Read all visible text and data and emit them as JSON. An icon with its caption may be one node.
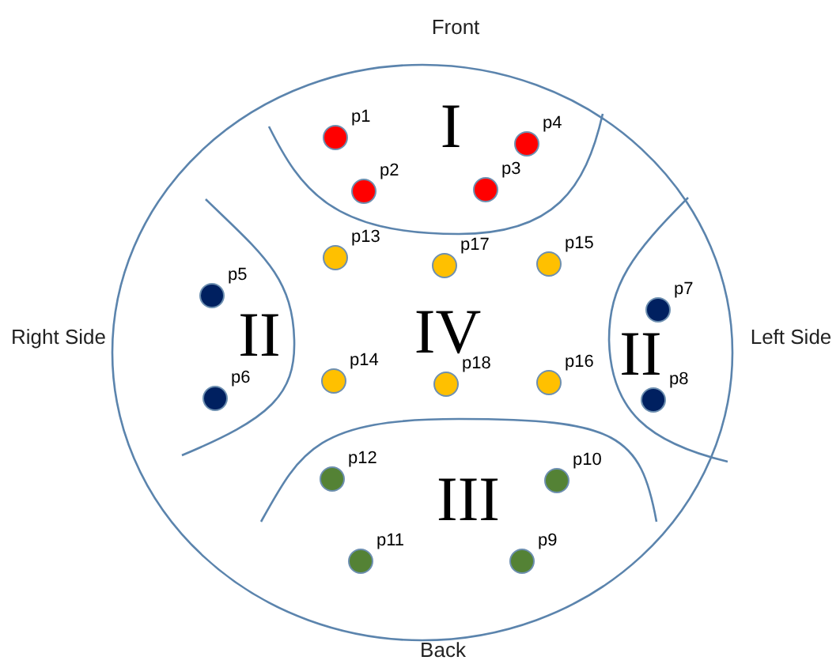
{
  "diagram": {
    "nodes": [
      {
        "text": [],
        "shape": "circle"
      },
      {
        "text": [
          "I"
        ],
        "in": 0
      },
      {
        "text": [
          "II"
        ],
        "in": 0
      },
      {
        "text": [
          "IV"
        ],
        "in": 0
      },
      {
        "text": [
          "II"
        ],
        "in": 0
      },
      {
        "text": [
          "III"
        ],
        "in": 0
      },
      {
        "text": [],
        "shape": "circle",
        "beside": [
          "p1"
        ],
        "in": 1
      },
      {
        "text": [],
        "shape": "circle",
        "beside": [
          "p2"
        ],
        "in": 1
      },
      {
        "text": [],
        "shape": "circle",
        "beside": [
          "p3"
        ],
        "in": 1
      },
      {
        "text": [],
        "shape": "circle",
        "beside": [
          "p4"
        ],
        "in": 1
      },
      {
        "text": [],
        "shape": "circle",
        "beside": [
          "p5"
        ],
        "in": 2
      },
      {
        "text": [],
        "shape": "circle",
        "beside": [
          "p6"
        ],
        "in": 2
      },
      {
        "text": [],
        "shape": "circle",
        "beside": [
          "p7"
        ],
        "in": 4
      },
      {
        "text": [],
        "shape": "circle",
        "beside": [
          "p8"
        ],
        "in": 4
      },
      {
        "text": [],
        "shape": "circle",
        "beside": [
          "p9"
        ],
        "in": 5
      },
      {
        "text": [],
        "shape": "circle",
        "beside": [
          "p10"
        ],
        "in": 5
      },
      {
        "text": [],
        "shape": "circle",
        "beside": [
          "p11"
        ],
        "in": 5
      },
      {
        "text": [],
        "shape": "circle",
        "beside": [
          "p12"
        ],
        "in": 5
      },
      {
        "text": [],
        "shape": "circle",
        "beside": [
          "p13"
        ],
        "in": 3
      },
      {
        "text": [],
        "shape": "circle",
        "beside": [
          "p14"
        ],
        "in": 3
      },
      {
        "text": [],
        "shape": "circle",
        "beside": [
          "p15"
        ],
        "in": 3
      },
      {
        "text": [],
        "shape": "circle",
        "beside": [
          "p16"
        ],
        "in": 3
      },
      {
        "text": [],
        "shape": "circle",
        "beside": [
          "p17"
        ],
        "in": 3
      },
      {
        "text": [],
        "shape": "circle",
        "beside": [
          "p18"
        ],
        "in": 3
      }
    ],
    "labels": [
      "Front",
      "Right Side",
      "Left Side",
      "Back"
    ]
  }
}
